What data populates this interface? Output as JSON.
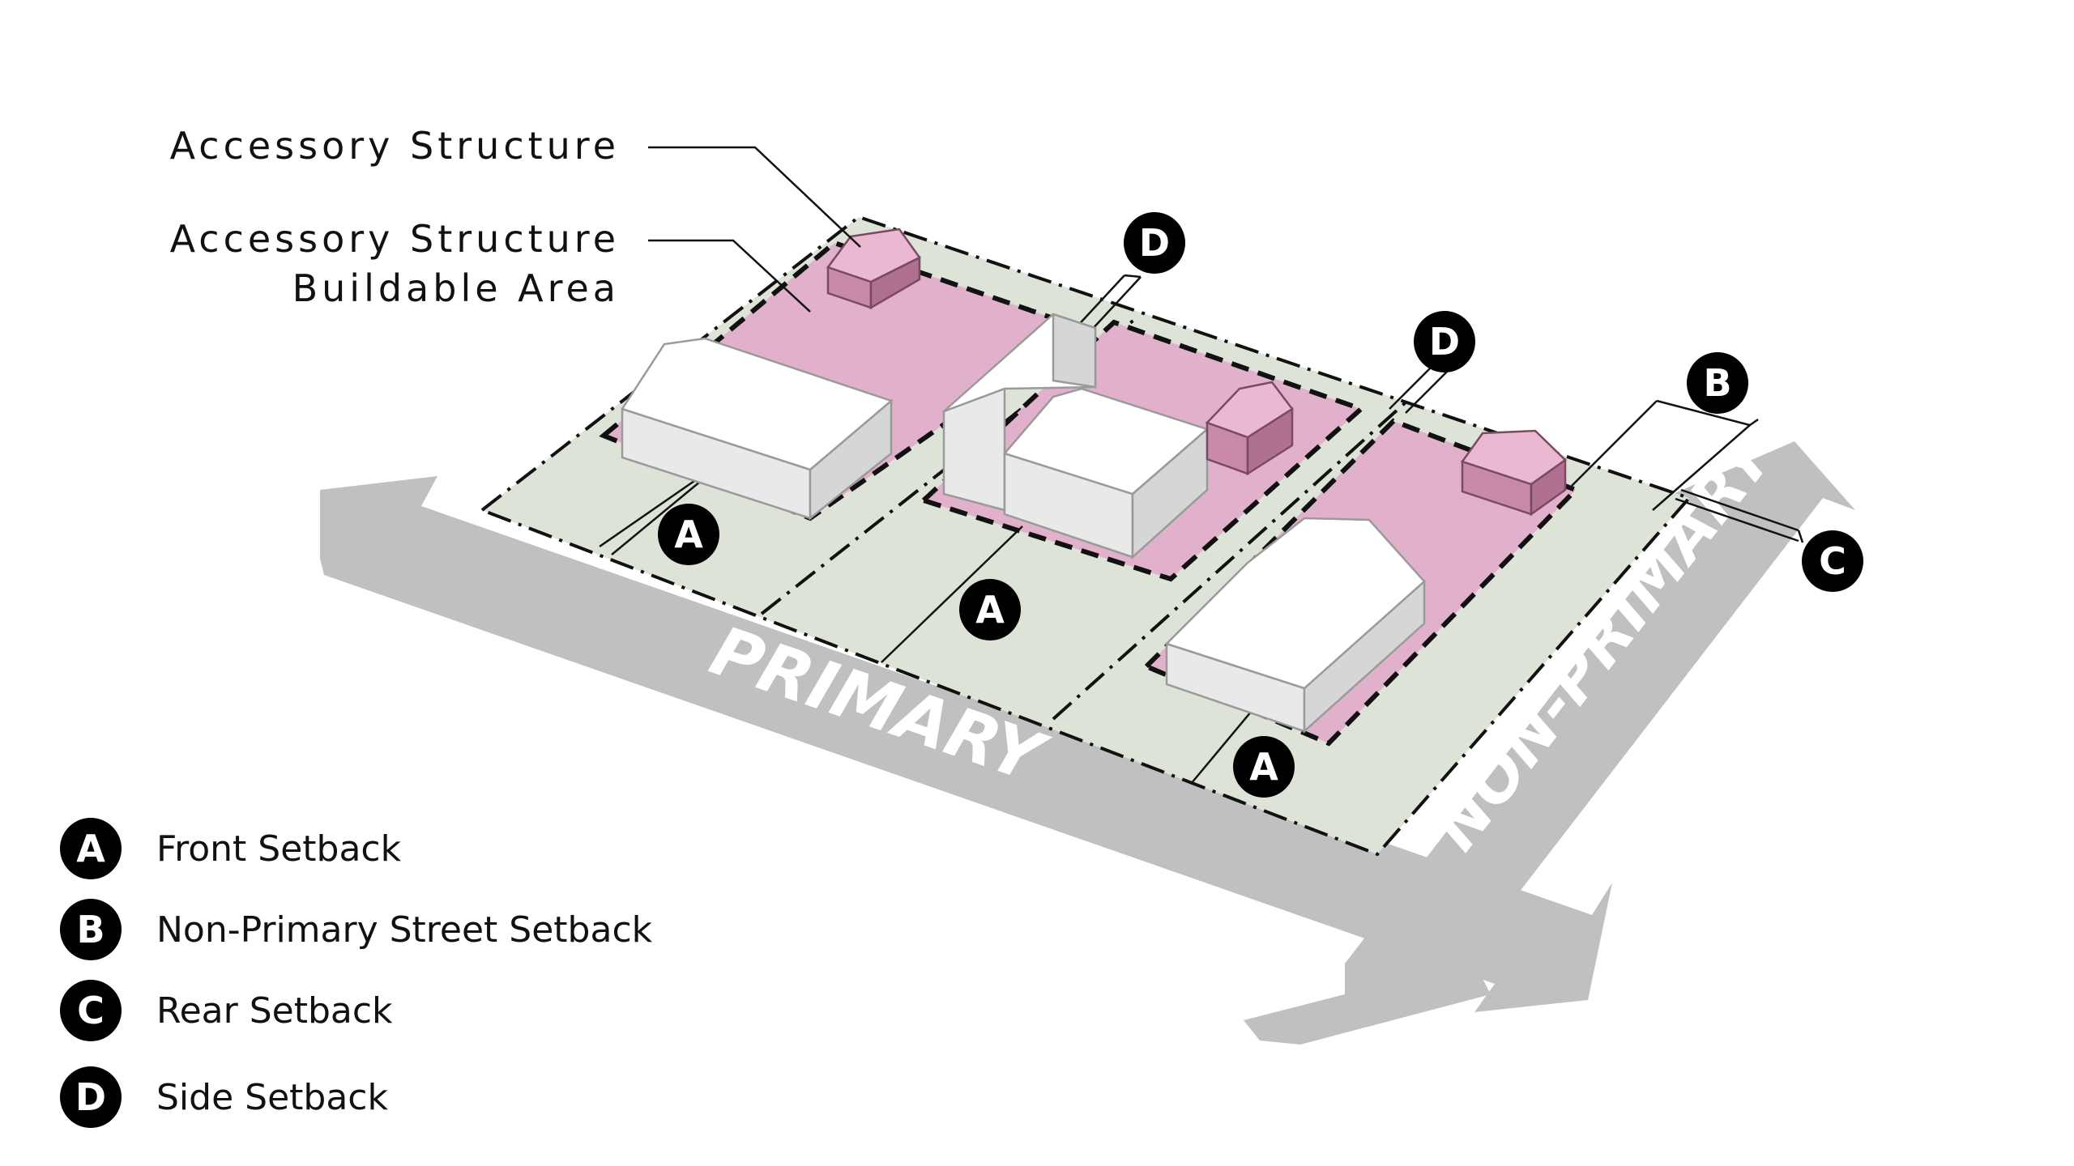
{
  "callouts": {
    "accessory_structure": "Accessory Structure",
    "buildable_area_line1": "Accessory Structure",
    "buildable_area_line2": "Buildable Area"
  },
  "streets": {
    "primary": "PRIMARY",
    "non_primary": "NON-PRIMARY"
  },
  "badges": {
    "front": "A",
    "non_primary": "B",
    "rear": "C",
    "side": "D"
  },
  "legend": [
    {
      "letter": "A",
      "label": "Front Setback"
    },
    {
      "letter": "B",
      "label": "Non-Primary Street Setback"
    },
    {
      "letter": "C",
      "label": "Rear Setback"
    },
    {
      "letter": "D",
      "label": "Side Setback"
    }
  ],
  "colors": {
    "lot_fill": "#dde4d7",
    "buildable_fill": "#e1b1cb",
    "street_gray": "#c0c0c0",
    "badge_black": "#000000"
  }
}
